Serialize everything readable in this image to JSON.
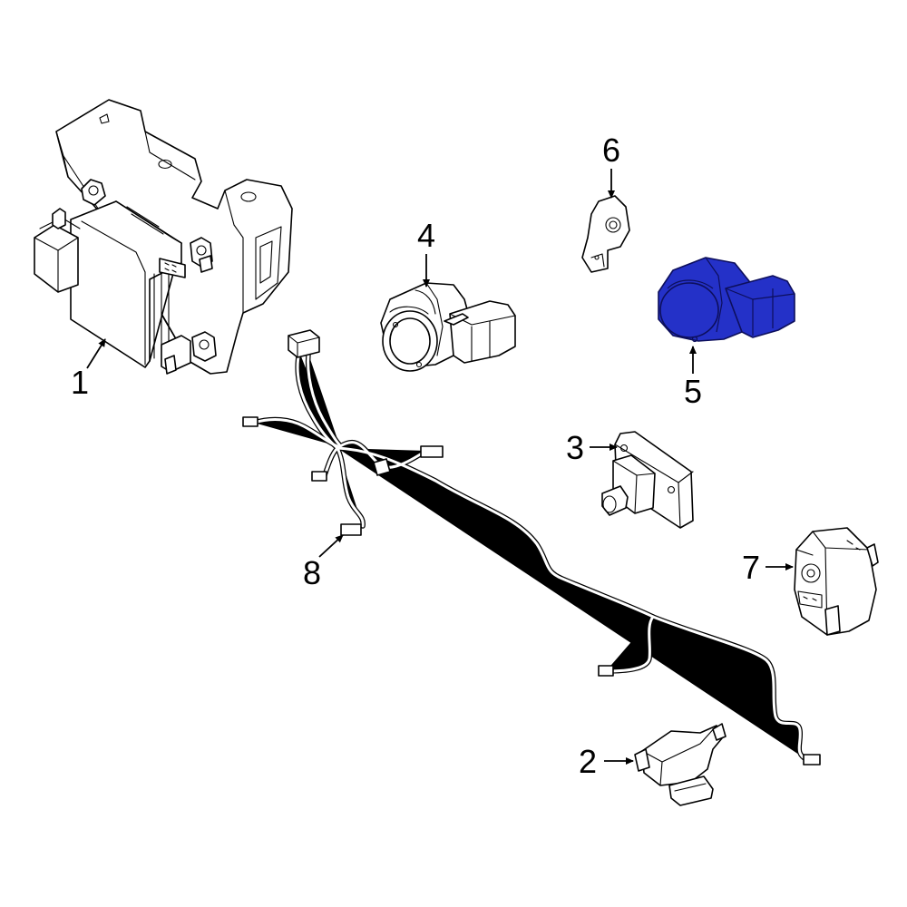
{
  "highlight_color": "#2431c8",
  "callouts": {
    "c1": "1",
    "c2": "2",
    "c3": "3",
    "c4": "4",
    "c5": "5",
    "c6": "6",
    "c7": "7",
    "c8": "8"
  }
}
